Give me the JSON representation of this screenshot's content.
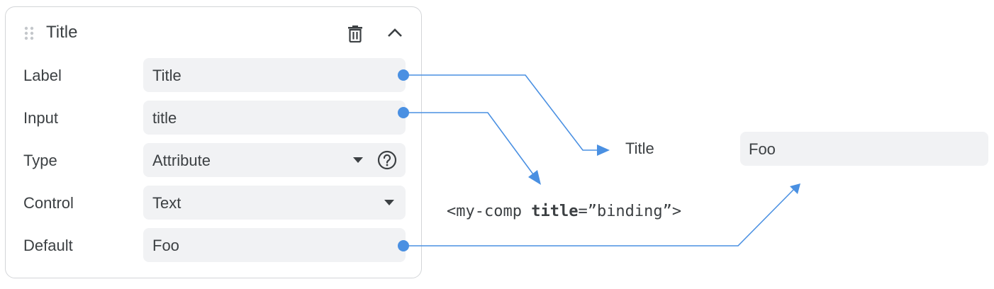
{
  "card": {
    "title": "Title",
    "icons": {
      "drag": "drag-handle-icon",
      "delete": "trash-icon",
      "collapse": "chevron-up-icon"
    },
    "rows": [
      {
        "label": "Label",
        "value": "Title",
        "control": "text",
        "connected": true
      },
      {
        "label": "Input",
        "value": "title",
        "control": "text",
        "connected": true
      },
      {
        "label": "Type",
        "value": "Attribute",
        "control": "dropdown",
        "help": true
      },
      {
        "label": "Control",
        "value": "Text",
        "control": "dropdown"
      },
      {
        "label": "Default",
        "value": "Foo",
        "control": "text",
        "connected": true
      }
    ]
  },
  "preview": {
    "label": "Title",
    "field_value": "Foo"
  },
  "code": {
    "prefix": "<my-comp ",
    "attribute": "title",
    "suffix": "=”binding”>"
  },
  "colors": {
    "connector": "#4a90e2",
    "field_bg": "#f1f2f4",
    "card_border": "#d3d5d8",
    "text": "#3c4043"
  }
}
